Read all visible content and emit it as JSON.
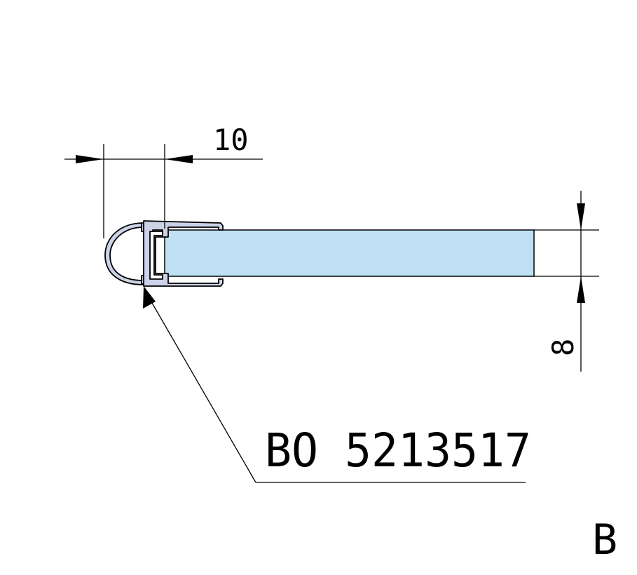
{
  "drawing": {
    "dimension_width": "10",
    "dimension_thickness": "8",
    "part_label": "BO 5213517",
    "view_label": "B"
  },
  "colors": {
    "glass": "#bfe1f3",
    "profile": "#ccd2e8",
    "line": "#000000"
  }
}
